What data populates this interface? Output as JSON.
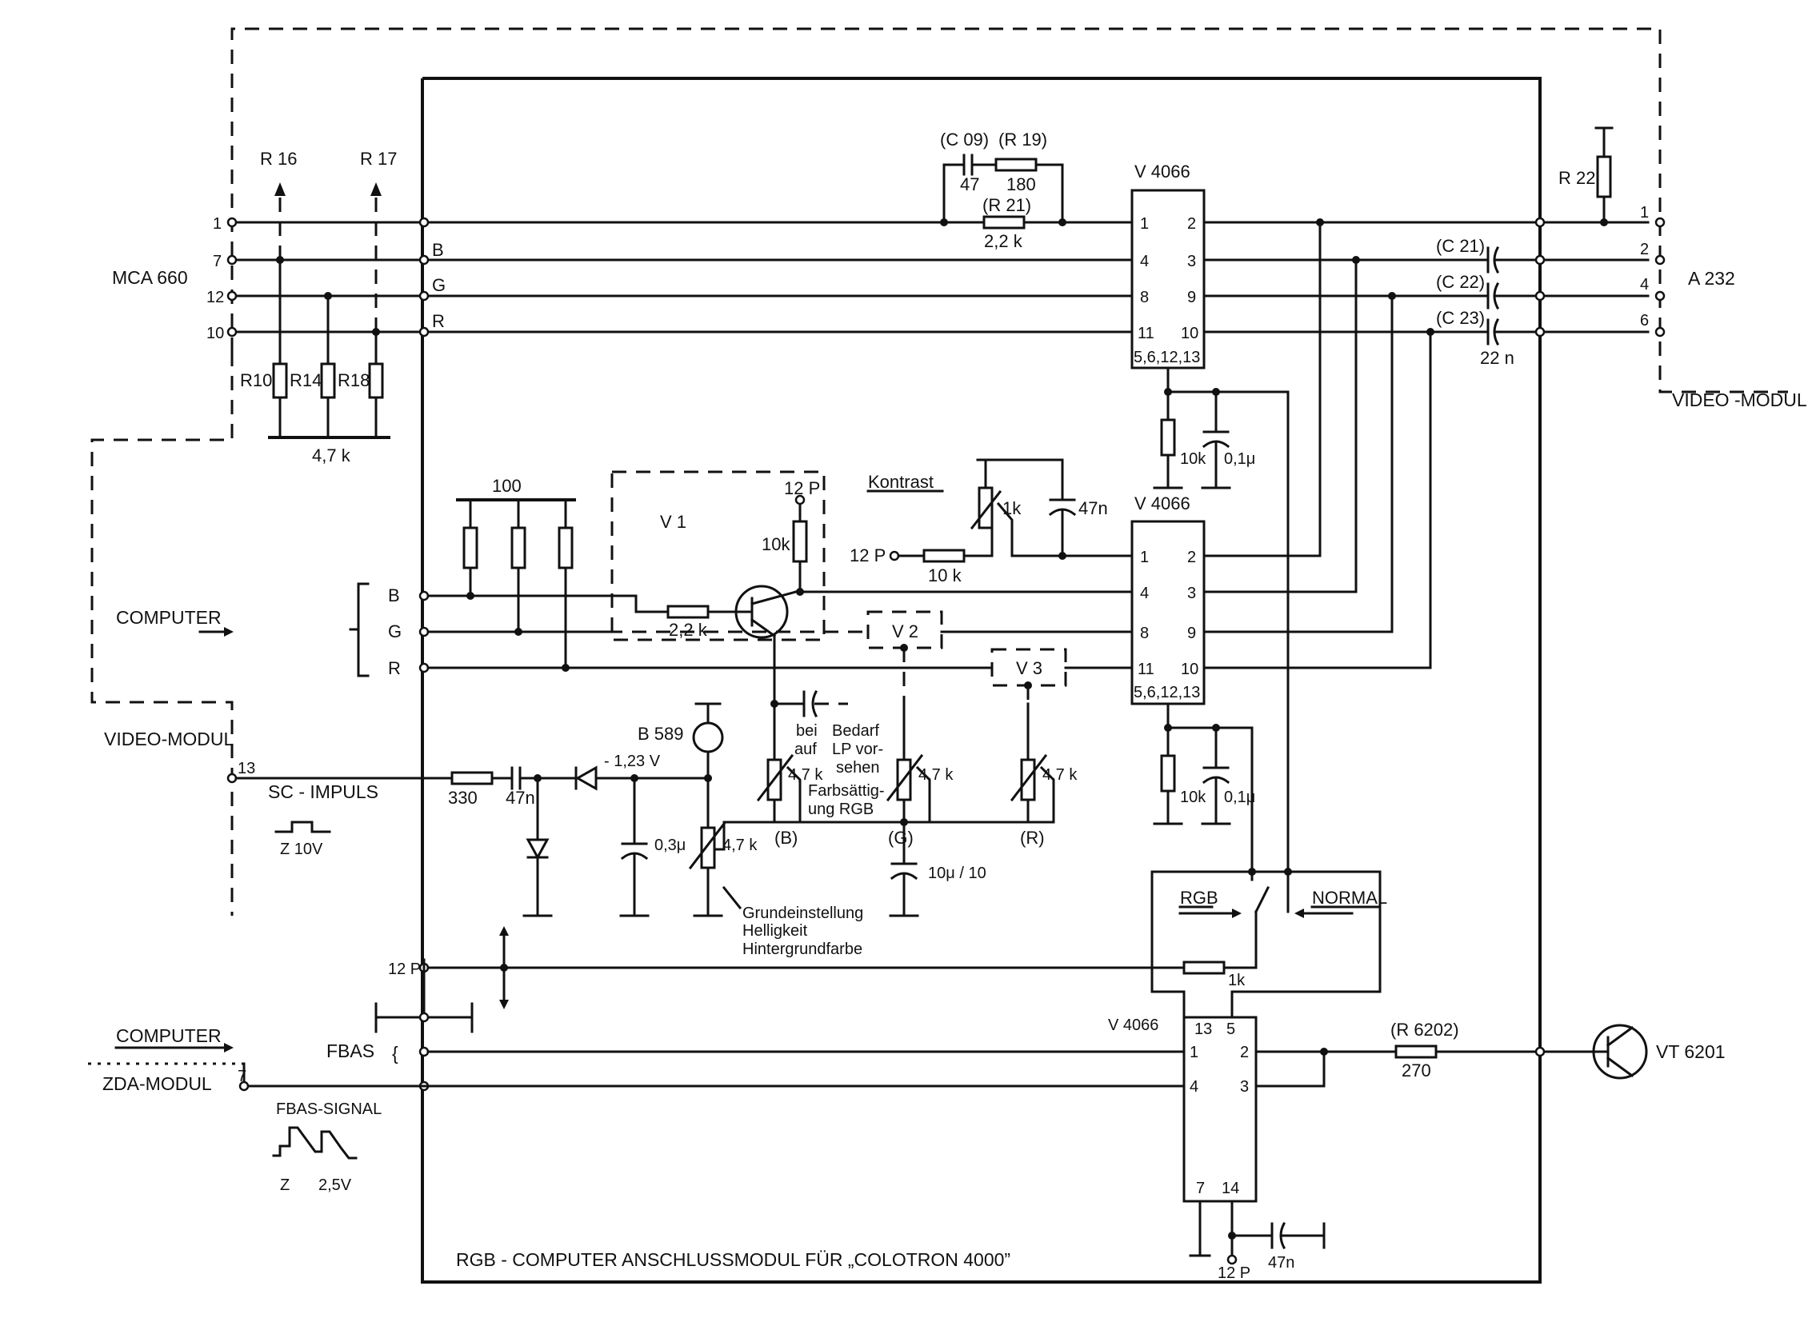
{
  "connectors": {
    "mca": "MCA 660",
    "mca_pins": [
      "1",
      "7",
      "12",
      "10"
    ],
    "a232": "A 232",
    "a232_pins": [
      "1",
      "2",
      "4",
      "6"
    ],
    "video_modul_right": "VIDEO -MODUL",
    "video_modul_left": "VIDEO-MODUL",
    "computer_top": "COMPUTER",
    "computer_bottom": "COMPUTER",
    "zda_modul": "ZDA-MODUL",
    "pin_13": "13",
    "pin_7": "7"
  },
  "signals": {
    "B": "B",
    "G": "G",
    "R": "R",
    "sc_impuls": "SC - IMPULS",
    "sc_wave": "Z   10V",
    "fbas": "FBAS",
    "fbas_signal": "FBAS-SIGNAL",
    "fbas_wave_z": "Z",
    "fbas_wave_v": "2,5V",
    "p12": "12 P"
  },
  "parts": {
    "r16": "R 16",
    "r17": "R 17",
    "r10": "R10",
    "r14": "R14",
    "r18": "R18",
    "r_common": "4,7 k",
    "c09": "(C 09)",
    "r19": "(R 19)",
    "c09_val": "47",
    "r19_val": "180",
    "r21": "(R 21)",
    "r21_val": "2,2 k",
    "r22": "R 22",
    "c21": "(C 21)",
    "c22": "(C 22)",
    "c23": "(C 23)",
    "c_val": "22 n",
    "v4066": "V 4066",
    "v4066_b": "V 4066",
    "v4066_c": "V 4066",
    "ic_pins_left": [
      "1",
      "4",
      "8",
      "11"
    ],
    "ic_pins_right": [
      "2",
      "3",
      "9",
      "10"
    ],
    "ic_bottom": "5,6,12,13",
    "r10k": "10k",
    "c01": "0,1μ",
    "kontrast": "Kontrast",
    "pot_1k": "1k",
    "c47n": "47n",
    "r_100": "100",
    "v1": "V 1",
    "v2": "V 2",
    "v3": "V 3",
    "v1_12p": "12 P",
    "v1_10k": "10k",
    "v1_22k": "2,2 k",
    "kontrast_12p": "12 P",
    "kontrast_10k": "10 k",
    "b589": "B 589",
    "b589_v": "- 1,23 V",
    "r330": "330",
    "c47n_sc": "47n",
    "c03": "0,3μ",
    "pot_47k": "4,7 k",
    "grund": [
      "Grundeinstellung",
      "Helligkeit",
      "Hintergrundfarbe"
    ],
    "note_left": [
      "bei",
      "auf"
    ],
    "note_right": [
      "Bedarf",
      "LP vor-",
      "sehen"
    ],
    "farb": [
      "Farbsättig-",
      "ung  RGB"
    ],
    "pot_b": "4,7 k",
    "pot_g": "4,7 k",
    "pot_r": "4,7 k",
    "lab_b": "(B)",
    "lab_g": "(G)",
    "lab_r": "(R)",
    "c10": "10μ / 10",
    "rgb_sw": "RGB",
    "normal_sw": "NORMAL",
    "r1k": "1k",
    "ic3_pins": [
      "13",
      "5",
      "1",
      "2",
      "4",
      "3",
      "7",
      "14"
    ],
    "r6202": "(R 6202)",
    "r6202_val": "270",
    "vt6201": "VT 6201",
    "bottom_12p": "12 P",
    "bottom_47n": "47n"
  },
  "caption": "RGB - COMPUTER  ANSCHLUSSMODUL  FÜR  „COLOTRON 4000”"
}
